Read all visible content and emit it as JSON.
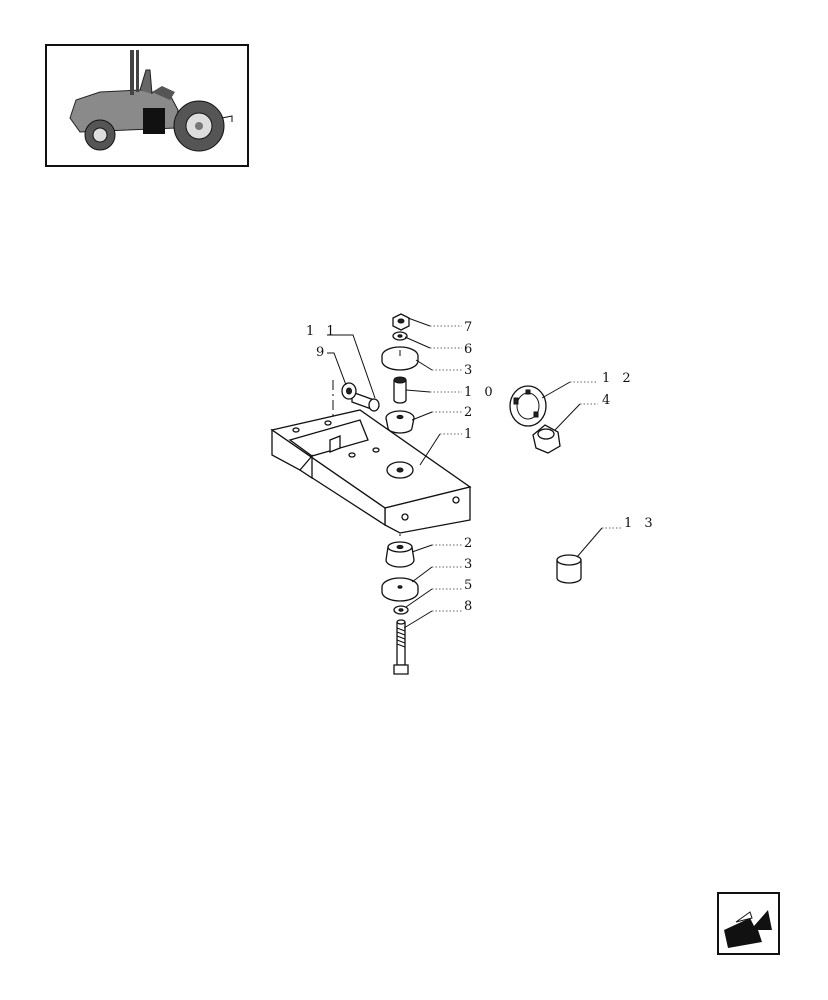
{
  "labels": [
    {
      "id": "11",
      "text": "1 1"
    },
    {
      "id": "9",
      "text": "9"
    },
    {
      "id": "7",
      "text": "7"
    },
    {
      "id": "6",
      "text": "6"
    },
    {
      "id": "3a",
      "text": "3"
    },
    {
      "id": "10",
      "text": "1 0"
    },
    {
      "id": "2a",
      "text": "2"
    },
    {
      "id": "1",
      "text": "1"
    },
    {
      "id": "12",
      "text": "1 2"
    },
    {
      "id": "4",
      "text": "4"
    },
    {
      "id": "13",
      "text": "1 3"
    },
    {
      "id": "2b",
      "text": "2"
    },
    {
      "id": "3b",
      "text": "3"
    },
    {
      "id": "5",
      "text": "5"
    },
    {
      "id": "8",
      "text": "8"
    }
  ],
  "icons": {
    "thumbnail": "tractor-location-thumbnail",
    "nav": "back-arrow-icon"
  }
}
